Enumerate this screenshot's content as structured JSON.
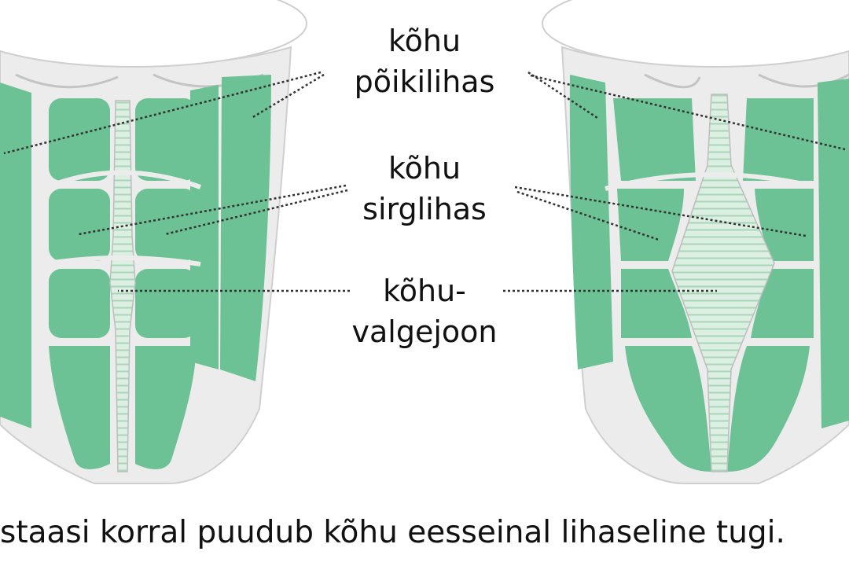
{
  "labels": {
    "transverse": [
      "kõhu",
      "põikilihas"
    ],
    "rectus": [
      "kõhu",
      "sirglihas"
    ],
    "linea_alba": [
      "kõhu-",
      "valgejoon"
    ]
  },
  "caption": "staasi korral puudub kõhu eesseinal lihaseline tugi.",
  "colors": {
    "muscle": "#6cc295",
    "skin": "#ececec",
    "outline": "#cfcfcf",
    "sheath": "#d7ecdd",
    "leader": "#333333",
    "text": "#111111"
  }
}
